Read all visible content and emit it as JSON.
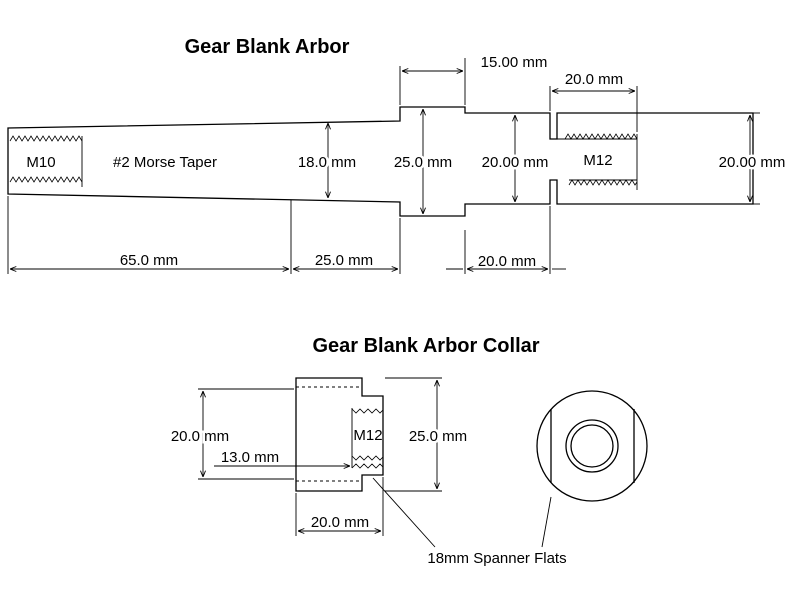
{
  "arbor": {
    "title": "Gear Blank Arbor",
    "thread_left": "M10",
    "taper_label": "#2 Morse Taper",
    "thread_right": "M12",
    "dims": {
      "taper_dia": "18.0 mm",
      "collar_dia": "25.0 mm",
      "mid_dia": "20.00 mm",
      "end_dia": "20.00 mm",
      "collar_width": "15.00 mm",
      "thread_len": "20.0 mm",
      "taper_len": "65.0 mm",
      "neck_len": "25.0 mm",
      "shaft_len": "20.0 mm"
    }
  },
  "collar": {
    "title": "Gear Blank Arbor Collar",
    "thread": "M12",
    "dims": {
      "bore_dia": "20.0 mm",
      "outer_dia": "25.0 mm",
      "bore_depth": "13.0 mm",
      "length": "20.0 mm"
    },
    "flats_note": "18mm Spanner Flats"
  }
}
